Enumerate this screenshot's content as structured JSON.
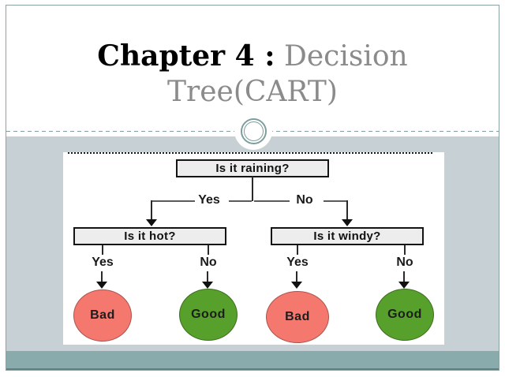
{
  "title": {
    "chapter": "Chapter 4 :",
    "subject": "Decision Tree(CART)"
  },
  "diagram": {
    "root_question": "Is it raining?",
    "root_yes": "Yes",
    "root_no": "No",
    "left_question": "Is it hot?",
    "right_question": "Is it windy?",
    "left_yes": "Yes",
    "left_no": "No",
    "right_yes": "Yes",
    "right_no": "No",
    "leaves": [
      {
        "label": "Bad",
        "color": "#f5786f"
      },
      {
        "label": "Good",
        "color": "#57a02b"
      },
      {
        "label": "Bad",
        "color": "#f5786f"
      },
      {
        "label": "Good",
        "color": "#57a02b"
      }
    ]
  },
  "colors": {
    "content_background": "#c7d1d5",
    "footer_band": "#8aabab",
    "footer_edge": "#5e8282",
    "frame_border": "#8ba3a3",
    "divider": "#7f9d9d",
    "title_accent_gray": "#8b8b8b",
    "node_fill": "#ededed",
    "node_border": "#141414",
    "bad_leaf": "#f5786f",
    "good_leaf": "#57a02b"
  }
}
